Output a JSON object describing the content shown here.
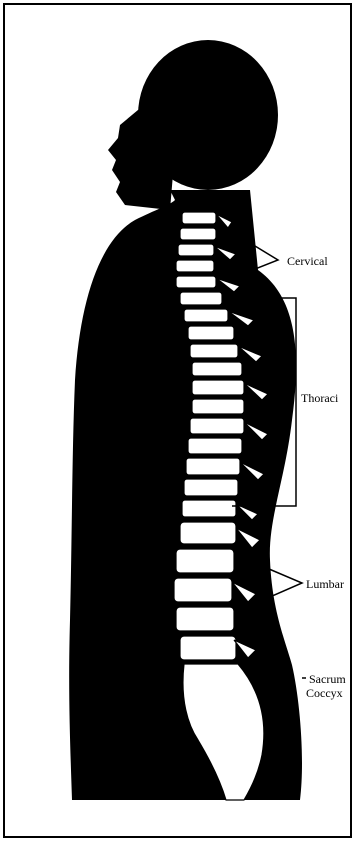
{
  "labels": {
    "cervical": "Cervical",
    "thoraci": "Thoraci",
    "lumbar": "Lumbar",
    "sacrum": "Sacrum",
    "coccyx": "Coccyx"
  },
  "colors": {
    "silhouette": "#000000",
    "bone": "#ffffff",
    "background": "#ffffff"
  }
}
